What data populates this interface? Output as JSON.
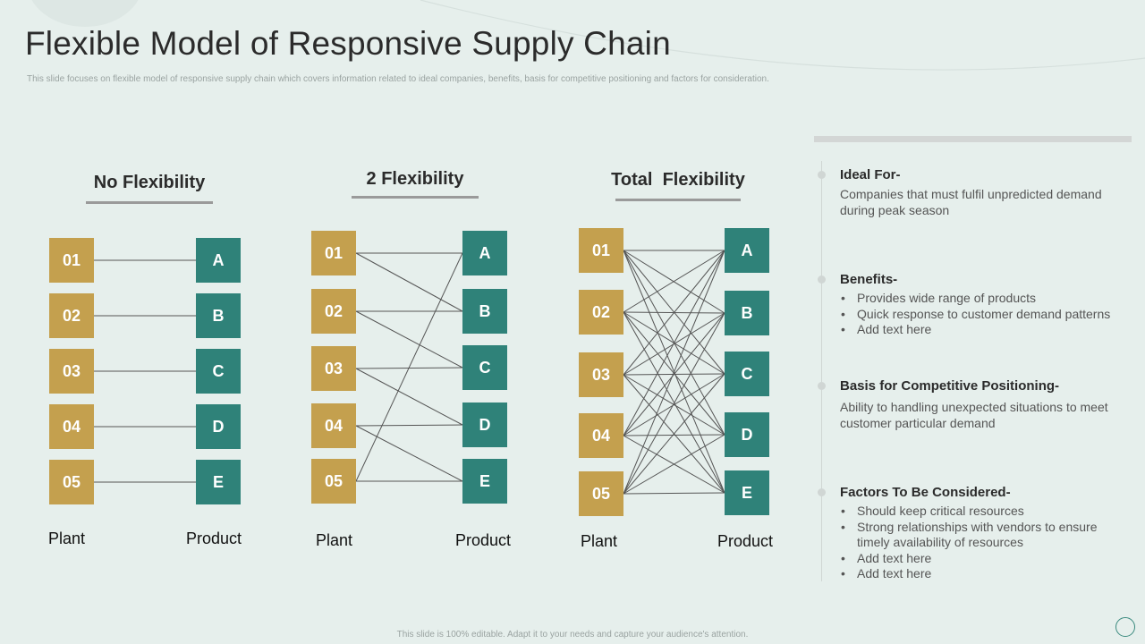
{
  "title": "Flexible Model of Responsive Supply Chain",
  "subtitle": "This slide focuses on flexible model of responsive supply chain which covers information related to ideal companies, benefits, basis for competitive positioning and factors for consideration.",
  "footer": "This slide is 100% editable. Adapt it to your needs and capture your audience's attention.",
  "diagrams": [
    {
      "title": "No Flexibility",
      "plants": [
        "01",
        "02",
        "03",
        "04",
        "05"
      ],
      "products": [
        "A",
        "B",
        "C",
        "D",
        "E"
      ],
      "plant_label": "Plant",
      "product_label": "Product",
      "links": [
        [
          0,
          0
        ],
        [
          1,
          1
        ],
        [
          2,
          2
        ],
        [
          3,
          3
        ],
        [
          4,
          4
        ]
      ]
    },
    {
      "title": "2 Flexibility",
      "plants": [
        "01",
        "02",
        "03",
        "04",
        "05"
      ],
      "products": [
        "A",
        "B",
        "C",
        "D",
        "E"
      ],
      "plant_label": "Plant",
      "product_label": "Product",
      "links": [
        [
          0,
          0
        ],
        [
          0,
          1
        ],
        [
          1,
          1
        ],
        [
          1,
          2
        ],
        [
          2,
          2
        ],
        [
          2,
          3
        ],
        [
          3,
          3
        ],
        [
          3,
          4
        ],
        [
          4,
          4
        ],
        [
          4,
          0
        ]
      ]
    },
    {
      "title": "Total  Flexibility",
      "plants": [
        "01",
        "02",
        "03",
        "04",
        "05"
      ],
      "products": [
        "A",
        "B",
        "C",
        "D",
        "E"
      ],
      "plant_label": "Plant",
      "product_label": "Product",
      "links": "all"
    }
  ],
  "panel": {
    "ideal_for": {
      "heading": "Ideal For-",
      "text": "Companies that must fulfil unpredicted demand during peak season"
    },
    "benefits": {
      "heading": "Benefits-",
      "items": [
        "Provides wide range of products",
        "Quick response to customer demand patterns",
        "Add text here"
      ]
    },
    "basis": {
      "heading": "Basis for Competitive Positioning-",
      "text": "Ability to handling unexpected situations to meet customer particular demand"
    },
    "factors": {
      "heading": "Factors To Be Considered-",
      "items": [
        "Should keep critical resources",
        "Strong relationships with vendors to ensure timely availability  of resources",
        "Add text here",
        "Add text here"
      ]
    }
  },
  "colors": {
    "plant": "#c4a04e",
    "product": "#2f8279",
    "background": "#e6efec",
    "link": "#555555"
  }
}
